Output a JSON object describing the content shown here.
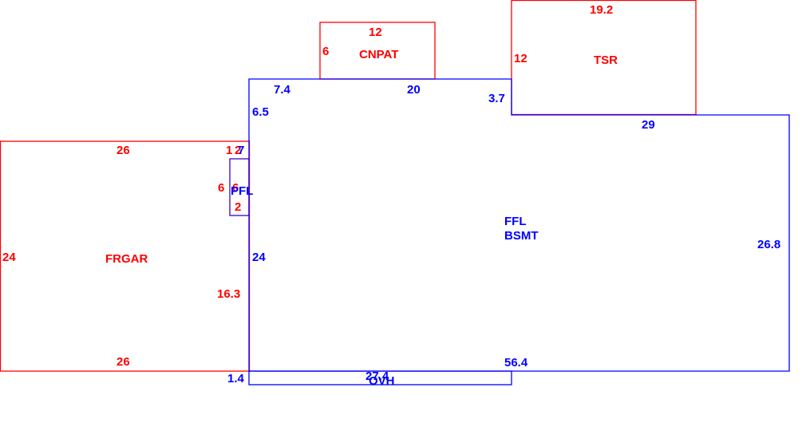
{
  "colors": {
    "red": "#ff0000",
    "blue": "#0000ff",
    "background": "#ffffff"
  },
  "areas": {
    "cnpat": {
      "label": "CNPAT",
      "dims": {
        "top": "12",
        "left": "6"
      }
    },
    "tsr": {
      "label": "TSR",
      "dims": {
        "top": "19.2",
        "left": "12"
      }
    },
    "frgar": {
      "label": "FRGAR",
      "dims": {
        "top": "26",
        "top_right": "1",
        "left": "24",
        "bottom": "26",
        "right_lower": "16.3"
      }
    },
    "pfl_red": {
      "dims": {
        "top": "2",
        "left": "6",
        "inner": "6",
        "bottom": "2"
      }
    },
    "pfl_blue": {
      "label": "PFL",
      "dims": {
        "top": "7"
      }
    },
    "ffl_bsmt": {
      "label_line1": "FFL",
      "label_line2": "BSMT",
      "dims": {
        "top_left": "7.4",
        "left_upper": "6.5",
        "top_mid": "20",
        "step": "3.7",
        "top_right": "29",
        "right": "26.8",
        "left_mid": "24",
        "bottom": "56.4",
        "bottom_left": "1.4"
      }
    },
    "ovh": {
      "label": "OVH",
      "dims": {
        "top": "27.4"
      }
    }
  }
}
